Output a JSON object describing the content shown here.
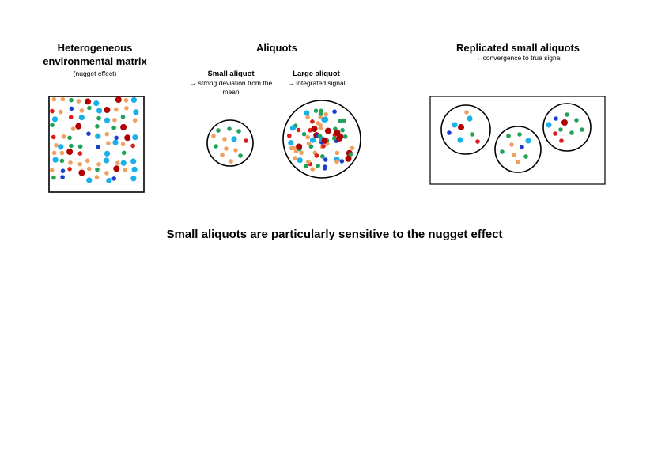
{
  "matrix": {
    "title": "Heterogeneous environmental matrix",
    "subtitle": "(nugget effect)"
  },
  "aliquots": {
    "title": "Aliquots",
    "small": {
      "title": "Small aliquot",
      "desc": "→ strong deviation from the mean"
    },
    "large": {
      "title": "Large aliquot",
      "desc": "→ integrated signal"
    }
  },
  "replicated": {
    "title": "Replicated small aliquots",
    "subtitle": "→ convergence to true signal"
  },
  "conclusion": "Small aliquots are particularly sensitive to the nugget effect",
  "colors": {
    "green": "#1fa35a",
    "orange": "#f0a060",
    "red": "#e01b1b",
    "dark_red": "#b00000",
    "light_blue": "#1ab0e8",
    "dark_blue": "#1a3fd0",
    "outline": "#000000"
  },
  "particle_types": [
    "green",
    "orange",
    "red",
    "dark_red",
    "light_blue",
    "dark_blue"
  ]
}
